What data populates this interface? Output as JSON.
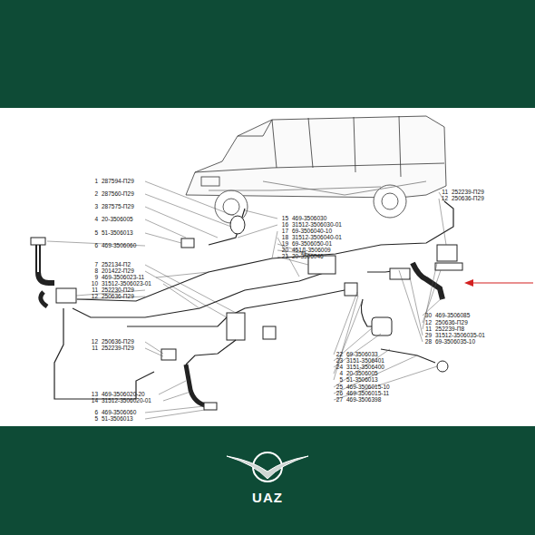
{
  "diagram": {
    "labels": [
      "1",
      "287594-П29",
      "2",
      "287560-П29",
      "3",
      "287575-П29",
      "4",
      "20-3506005",
      "5",
      "51-3506013",
      "6",
      "469-3506060",
      "7",
      "252134-П2",
      "8",
      "201422-П29",
      "9",
      "469-3506023-11",
      "10",
      "31512-3506023-01",
      "11",
      "252230-П29",
      "12",
      "250636-П29",
      "12",
      "250636-П29",
      "11",
      "252239-П29",
      "13",
      "469-3506020-20",
      "14",
      "31512-3506020-01",
      "6",
      "469-3506060",
      "5",
      "51-3506013",
      "15",
      "469-3506030",
      "16",
      "31512-3506030-01",
      "17",
      "69-3506040-10",
      "18",
      "31512-3506040-01",
      "19",
      "69-3506050-01",
      "20",
      "451Д-3506009",
      "21",
      "20-3506046",
      "11",
      "252239-П29",
      "12",
      "250636-П29",
      "30",
      "469-3506085",
      "12",
      "250636-П29",
      "11",
      "252239-П8",
      "29",
      "31512-3506035-01",
      "28",
      "69-3506035-10",
      "22",
      "69-3506033",
      "23",
      "3151-3506401",
      "24",
      "3151-3506400",
      "4",
      "20-3506005",
      "5",
      "51-3506013",
      "25",
      "469-3506015-10",
      "26",
      "469-3506015-11",
      "27",
      "469-3506398",
      "UAZ"
    ]
  }
}
